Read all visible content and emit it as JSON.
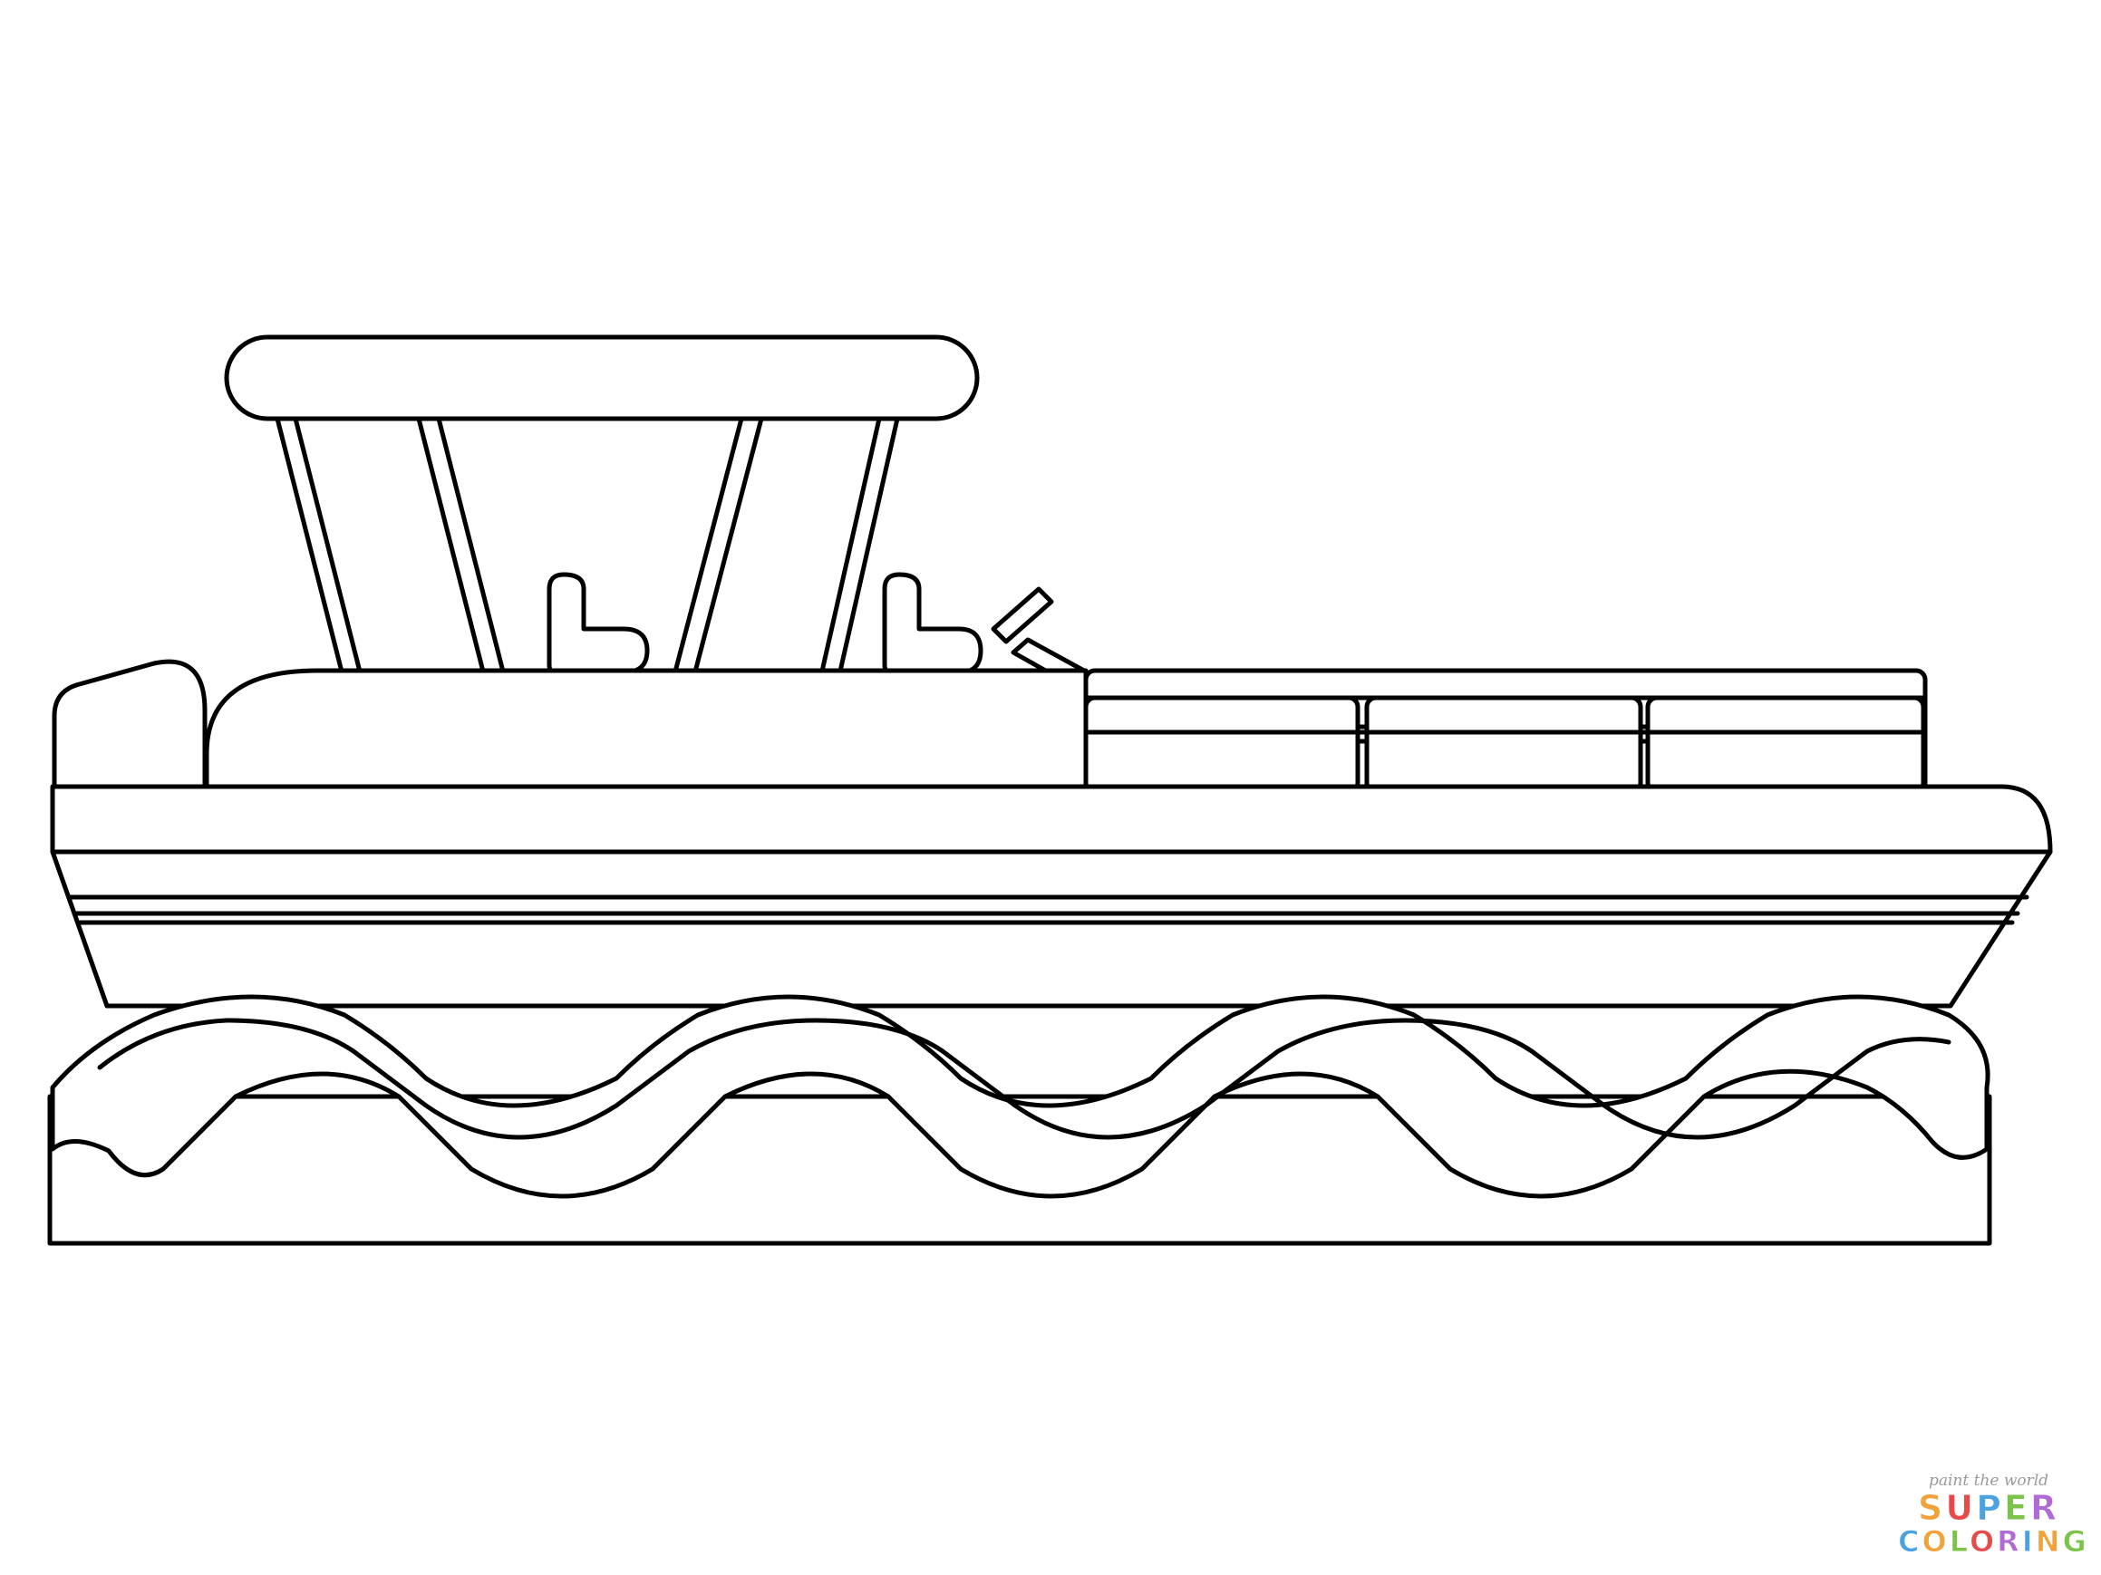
{
  "illustration": {
    "subject": "pontoon-boat",
    "line_color": "#000000",
    "background": "#ffffff"
  },
  "logo": {
    "tagline": "paint the world",
    "line1": [
      "S",
      "U",
      "P",
      "E",
      "R"
    ],
    "line2": [
      "C",
      "O",
      "L",
      "O",
      "R",
      "I",
      "N",
      "G"
    ],
    "colors": [
      "#f2a23a",
      "#e84a4a",
      "#4aa3df",
      "#7cc34a",
      "#b06ad6"
    ]
  }
}
